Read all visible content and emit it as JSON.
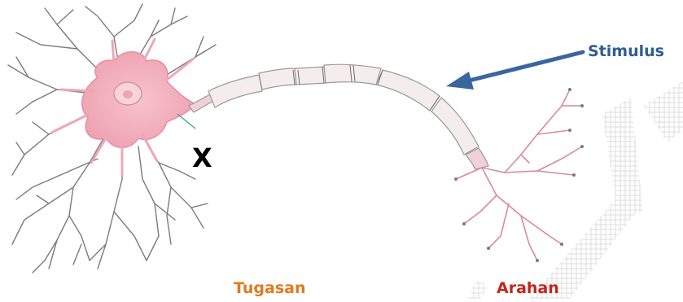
{
  "labels": {
    "stimulus": "Stimulus",
    "x": "X",
    "tugasan": "Tugasan",
    "arahan": "Arahan"
  },
  "colors": {
    "stimulus_text": "#2e5d93",
    "arrow": "#3a66a0",
    "x_text": "#000000",
    "tugasan_text": "#e07a1f",
    "arahan_text": "#c0261c",
    "cell_body": "#f2a9b8",
    "dendrite_stroke": "#7b7b7b",
    "myelin_fill": "#f4eced",
    "watermark": "#d9d9d9"
  },
  "icons": [
    "neuron-illustration",
    "stimulus-arrow",
    "watermark"
  ]
}
